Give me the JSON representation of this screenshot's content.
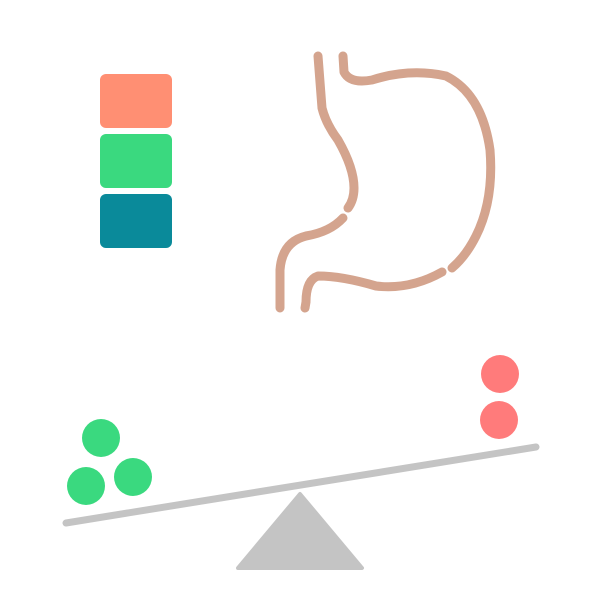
{
  "colors": {
    "background": "#ffffff",
    "block_top": "#ff8f73",
    "block_middle": "#3ad97f",
    "block_bottom": "#0a8a9a",
    "stomach_outline": "#d4a48e",
    "green_balls": "#3ad97f",
    "red_balls": "#ff7b7b",
    "seesaw": "#c4c4c4"
  },
  "icons": {
    "stack": "color-block-stack-icon",
    "stomach": "stomach-outline-icon",
    "balance": "seesaw-balance-icon"
  },
  "balance": {
    "left_ball_count": 3,
    "right_ball_count": 2,
    "heavier_side": "left"
  }
}
